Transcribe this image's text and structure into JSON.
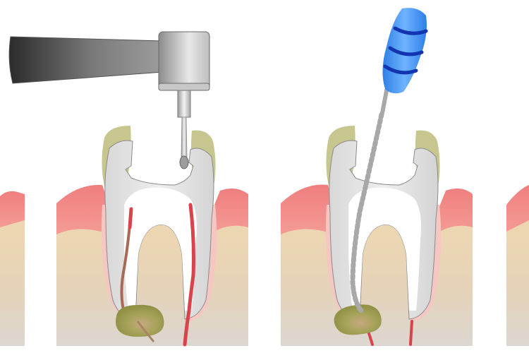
{
  "figure": {
    "title": "",
    "panels": [
      {
        "id": "partial-left",
        "label": ""
      },
      {
        "id": "drilling",
        "label": "",
        "tool": "dental-drill"
      },
      {
        "id": "filing",
        "label": "",
        "tool": "endodontic-file"
      },
      {
        "id": "partial-right",
        "label": ""
      }
    ]
  },
  "colors": {
    "gum": "#f08585",
    "gum_light": "#f7b5ae",
    "bone_top": "#ecd3ae",
    "bone_bottom": "#ddd6cc",
    "enamel": "#c9c990",
    "dentin": "#e4e4e4",
    "pulp": "#ffffff",
    "nerve": "#d9434b",
    "abscess": "#9a9a50",
    "drill_dark": "#2f2f2f",
    "drill_light": "#d9d9d9",
    "file_handle": "#3d8ef0",
    "file_band": "#1234b0",
    "file_shaft": "#a8a8a8"
  }
}
